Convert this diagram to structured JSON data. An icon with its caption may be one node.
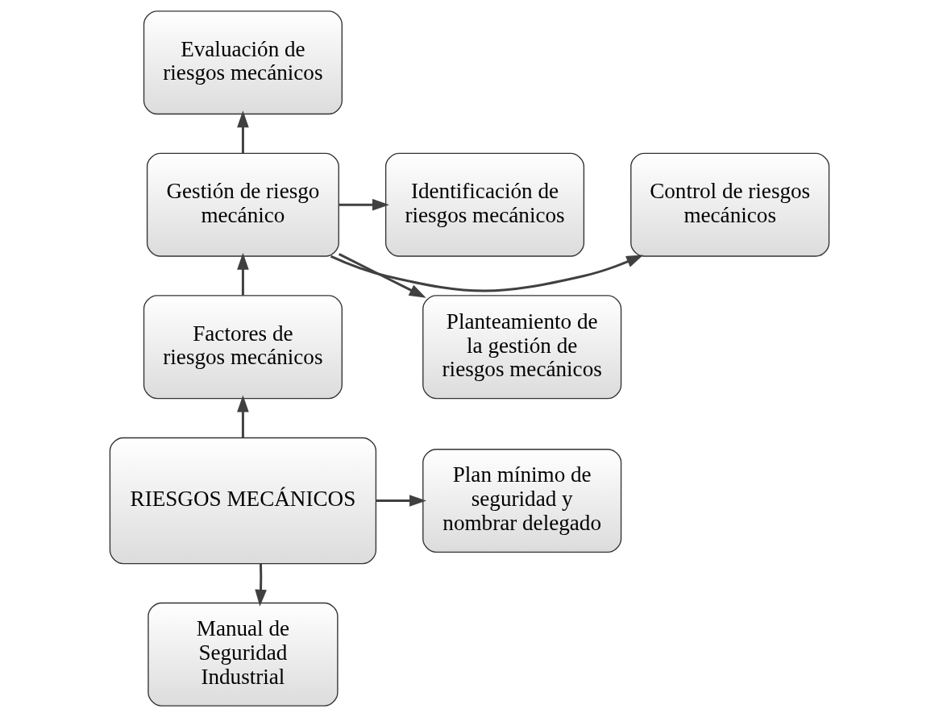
{
  "diagram": {
    "nodes": [
      {
        "text": [
          "Evaluación de riesgos mecánicos"
        ]
      },
      {
        "text": [
          "Identificación de riesgos mecánicos"
        ]
      },
      {
        "text": [
          "Control de riesgos mecánicos"
        ]
      },
      {
        "text": [
          "Gestión de riesgo mecánico"
        ]
      },
      {
        "text": [
          "Planteamiento de la gestión de riesgos mecánicos"
        ]
      },
      {
        "text": [
          "Factores de riesgos mecánicos"
        ]
      },
      {
        "text": [
          "RIESGOS MECÁNICOS"
        ]
      },
      {
        "text": [
          "Plan mínimo de seguridad y nombrar delegado"
        ]
      },
      {
        "text": [
          "Manual de Seguridad Industrial"
        ]
      }
    ],
    "edges": [
      {
        "from": 3,
        "to": 0,
        "arrow": "to"
      },
      {
        "from": 3,
        "to": 1,
        "arrow": "to"
      },
      {
        "from": 3,
        "to": 2,
        "arrow": "to"
      },
      {
        "from": 3,
        "to": 4,
        "arrow": "to"
      },
      {
        "from": 5,
        "to": 3,
        "arrow": "to"
      },
      {
        "from": 6,
        "to": 5,
        "arrow": "to"
      },
      {
        "from": 6,
        "to": 7,
        "arrow": "to"
      },
      {
        "from": 6,
        "to": 8,
        "arrow": "to"
      }
    ]
  }
}
